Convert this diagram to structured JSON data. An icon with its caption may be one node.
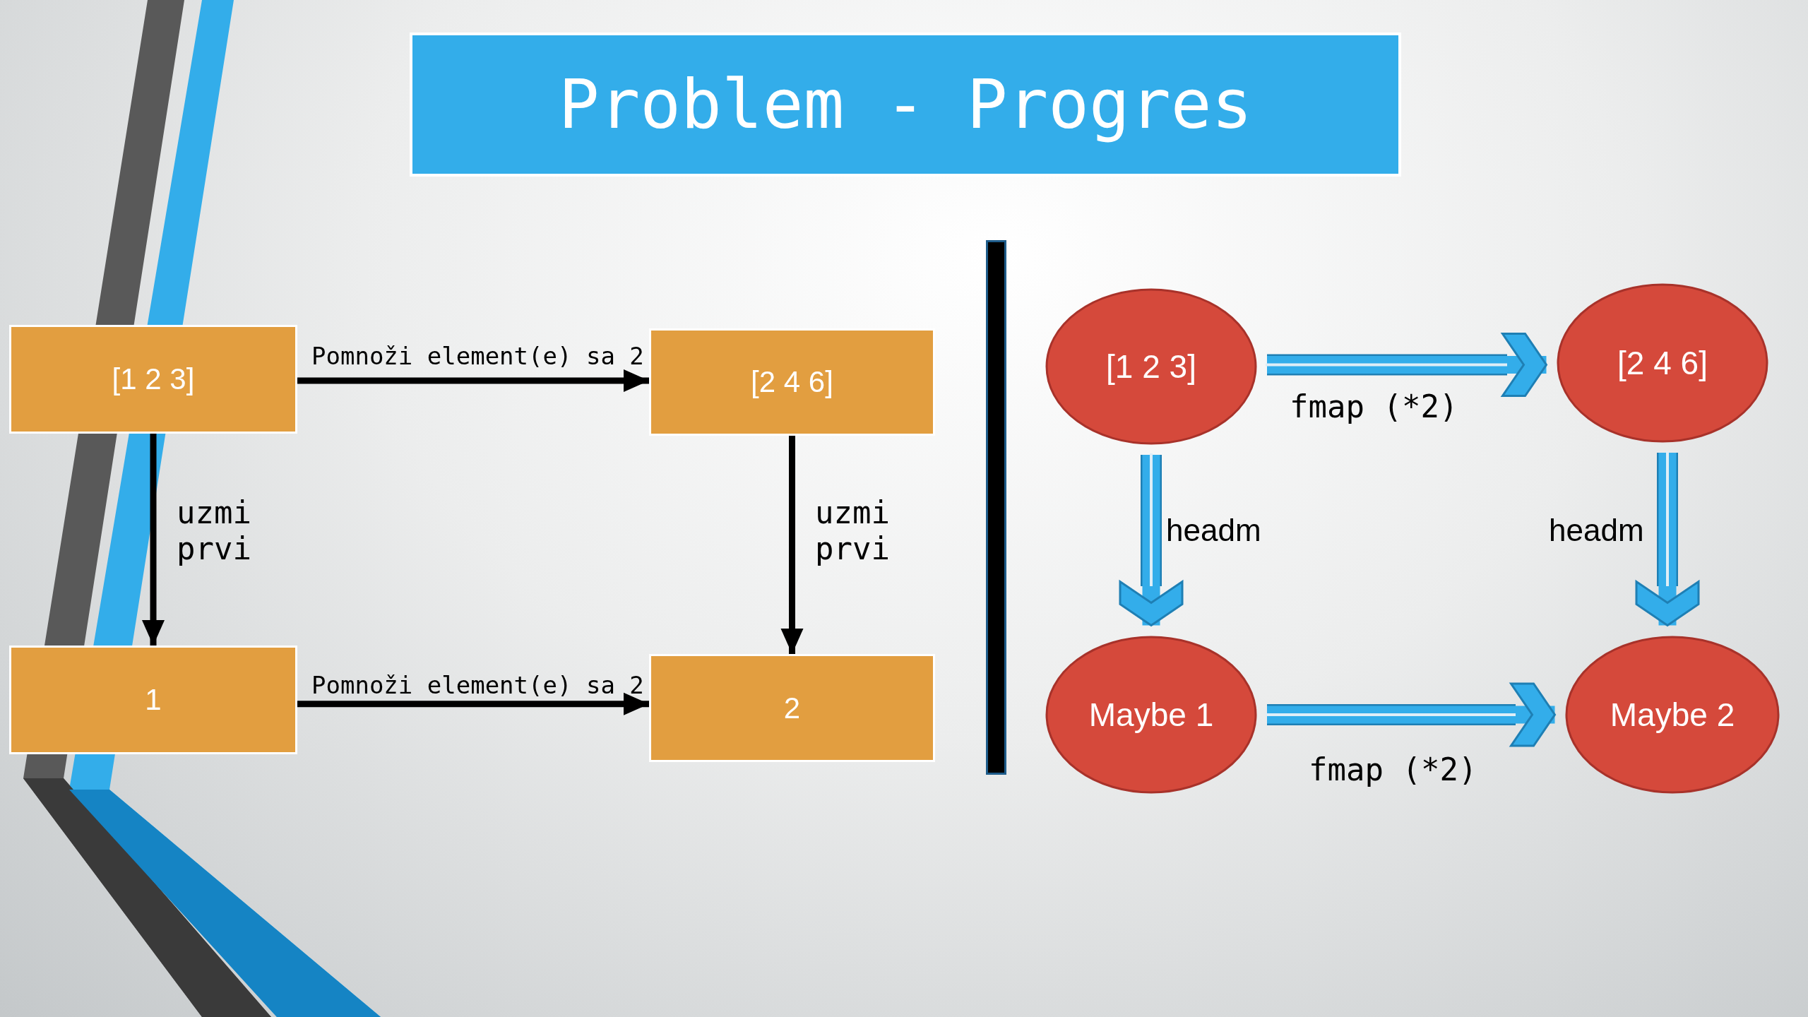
{
  "diagram": {
    "title": "Problem - Progres",
    "nodes": [
      {
        "text": [
          "[1 2 3]"
        ]
      },
      {
        "text": [
          "[2 4 6]"
        ]
      },
      {
        "text": [
          "1"
        ]
      },
      {
        "text": [
          "2"
        ]
      },
      {
        "text": [
          "[1 2 3]"
        ]
      },
      {
        "text": [
          "[2 4 6]"
        ]
      },
      {
        "text": [
          "Maybe 1"
        ]
      },
      {
        "text": [
          "Maybe 2"
        ]
      },
      {
        "text": [],
        "shape": "bar"
      }
    ],
    "edges": [
      {
        "from": 0,
        "to": 1,
        "arrow": "to",
        "label": "Pomnoži element(e) sa 2"
      },
      {
        "from": 0,
        "to": 2,
        "arrow": "to",
        "label": "uzmi prvi"
      },
      {
        "from": 1,
        "to": 3,
        "arrow": "to",
        "label": "uzmi prvi"
      },
      {
        "from": 2,
        "to": 3,
        "arrow": "to",
        "label": "Pomnoži element(e) sa 2"
      },
      {
        "from": 4,
        "to": 5,
        "arrow": "to",
        "label": "fmap (*2)",
        "style": "thick",
        "color": "#33adea"
      },
      {
        "from": 4,
        "to": 6,
        "arrow": "to",
        "label": "headm",
        "style": "thick",
        "color": "#33adea"
      },
      {
        "from": 5,
        "to": 7,
        "arrow": "to",
        "label": "headm",
        "style": "thick",
        "color": "#33adea"
      },
      {
        "from": 6,
        "to": 7,
        "arrow": "to",
        "label": "fmap (*2)",
        "style": "thick",
        "color": "#33adea"
      }
    ]
  }
}
